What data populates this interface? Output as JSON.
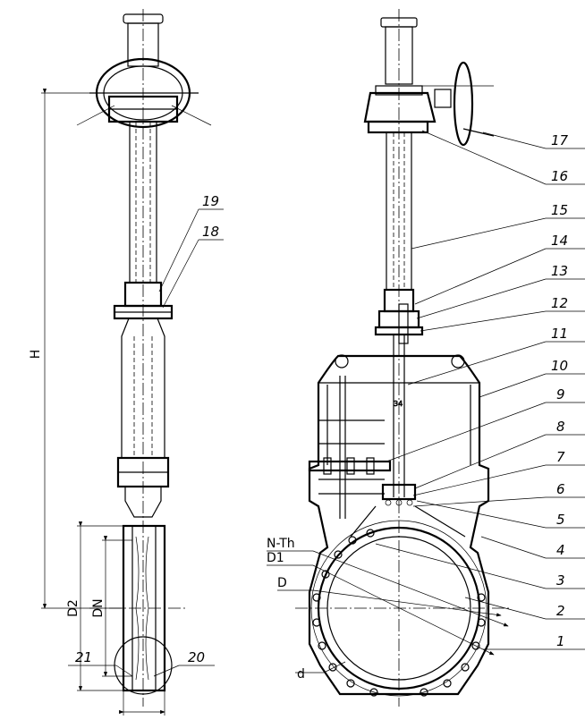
{
  "labels": {
    "l1": "1",
    "l2": "2",
    "l3": "3",
    "l4": "4",
    "l5": "5",
    "l6": "6",
    "l7": "7",
    "l8": "8",
    "l9": "9",
    "l10": "10",
    "l11": "11",
    "l12": "12",
    "l13": "13",
    "l14": "14",
    "l15": "15",
    "l16": "16",
    "l17": "17",
    "l18": "18",
    "l19": "19",
    "l20": "20",
    "l21": "21"
  },
  "dimensions": {
    "h": "H",
    "d2": "D2",
    "dn": "DN",
    "n_th": "N-Th",
    "d1": "D1",
    "d_outer": "D",
    "d_small": "d",
    "stem_note": "34"
  },
  "colors": {
    "line": "#000000",
    "background": "#ffffff"
  }
}
